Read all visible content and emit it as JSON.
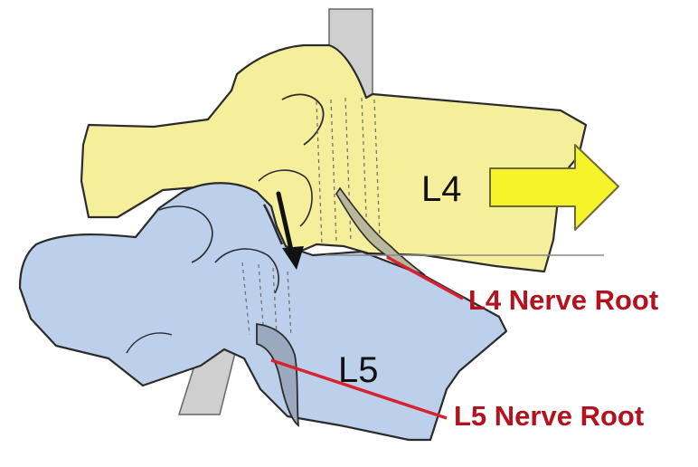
{
  "labels": {
    "l4": "L4",
    "l5": "L5",
    "l4_nerve_root": "L4 Nerve Root",
    "l5_nerve_root": "L5 Nerve Root"
  },
  "colors": {
    "l4_vertebra": "#f5ef9c",
    "l5_vertebra": "#bcd0ec",
    "outline": "#2b2b2b",
    "spinal_canal": "#cfcfcf",
    "slip_arrow": "#f7f32a",
    "leader_lines": "#d9222f",
    "nerve_label_text": "#b3121f",
    "compression_arrow": "#111111"
  },
  "icons": {
    "anterior_slip": "right-arrow-icon",
    "compression": "down-arrow-icon"
  }
}
